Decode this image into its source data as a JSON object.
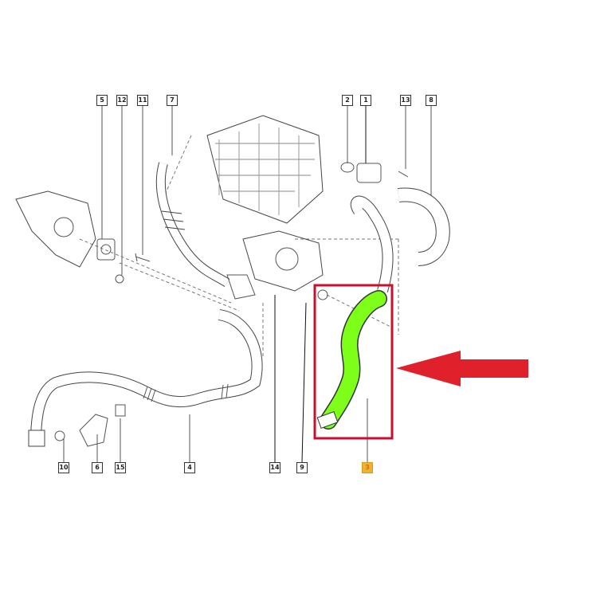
{
  "diagram": {
    "top_labels": [
      "5",
      "12",
      "11",
      "7",
      "2",
      "1",
      "13",
      "8"
    ],
    "bottom_labels": [
      "10",
      "6",
      "15",
      "4",
      "14",
      "9",
      "3"
    ],
    "highlighted_part": "3",
    "colors": {
      "highlight_part": "#7dff1a",
      "callout_box": "#c8102e",
      "arrow": "#e0202a",
      "label_highlight": "#f0b030"
    }
  }
}
